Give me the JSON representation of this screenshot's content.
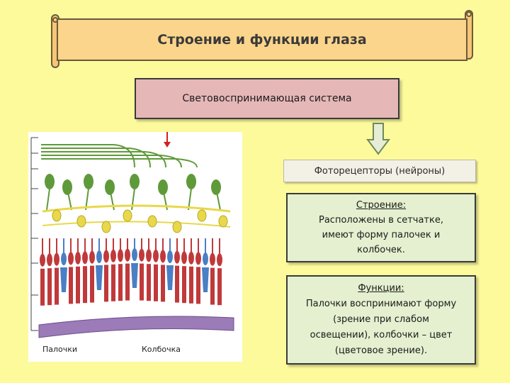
{
  "header": {
    "title": "Строение и функции глаза"
  },
  "system_box": {
    "label": "Световоспринимающая система"
  },
  "photoreceptors_box": {
    "label": "Фоторецепторы (нейроны)"
  },
  "structure_box": {
    "heading": "Строение:",
    "lines": [
      "Расположены в сетчатке,",
      "имеют форму палочек и",
      "колбочек."
    ]
  },
  "function_box": {
    "heading": "Функции:",
    "lines": [
      "Палочки воспринимают форму",
      "(зрение при слабом",
      "освещении), колбочки – цвет",
      "(цветовое зрение)."
    ]
  },
  "diagram": {
    "label_rods": "Палочки",
    "label_cone": "Колбочка",
    "colors": {
      "rod": "#c0393b",
      "cone": "#4a7fc4",
      "ganglion": "#5f9a3a",
      "bipolar": "#e8d84a",
      "pigment": "#9b7bb8"
    }
  }
}
